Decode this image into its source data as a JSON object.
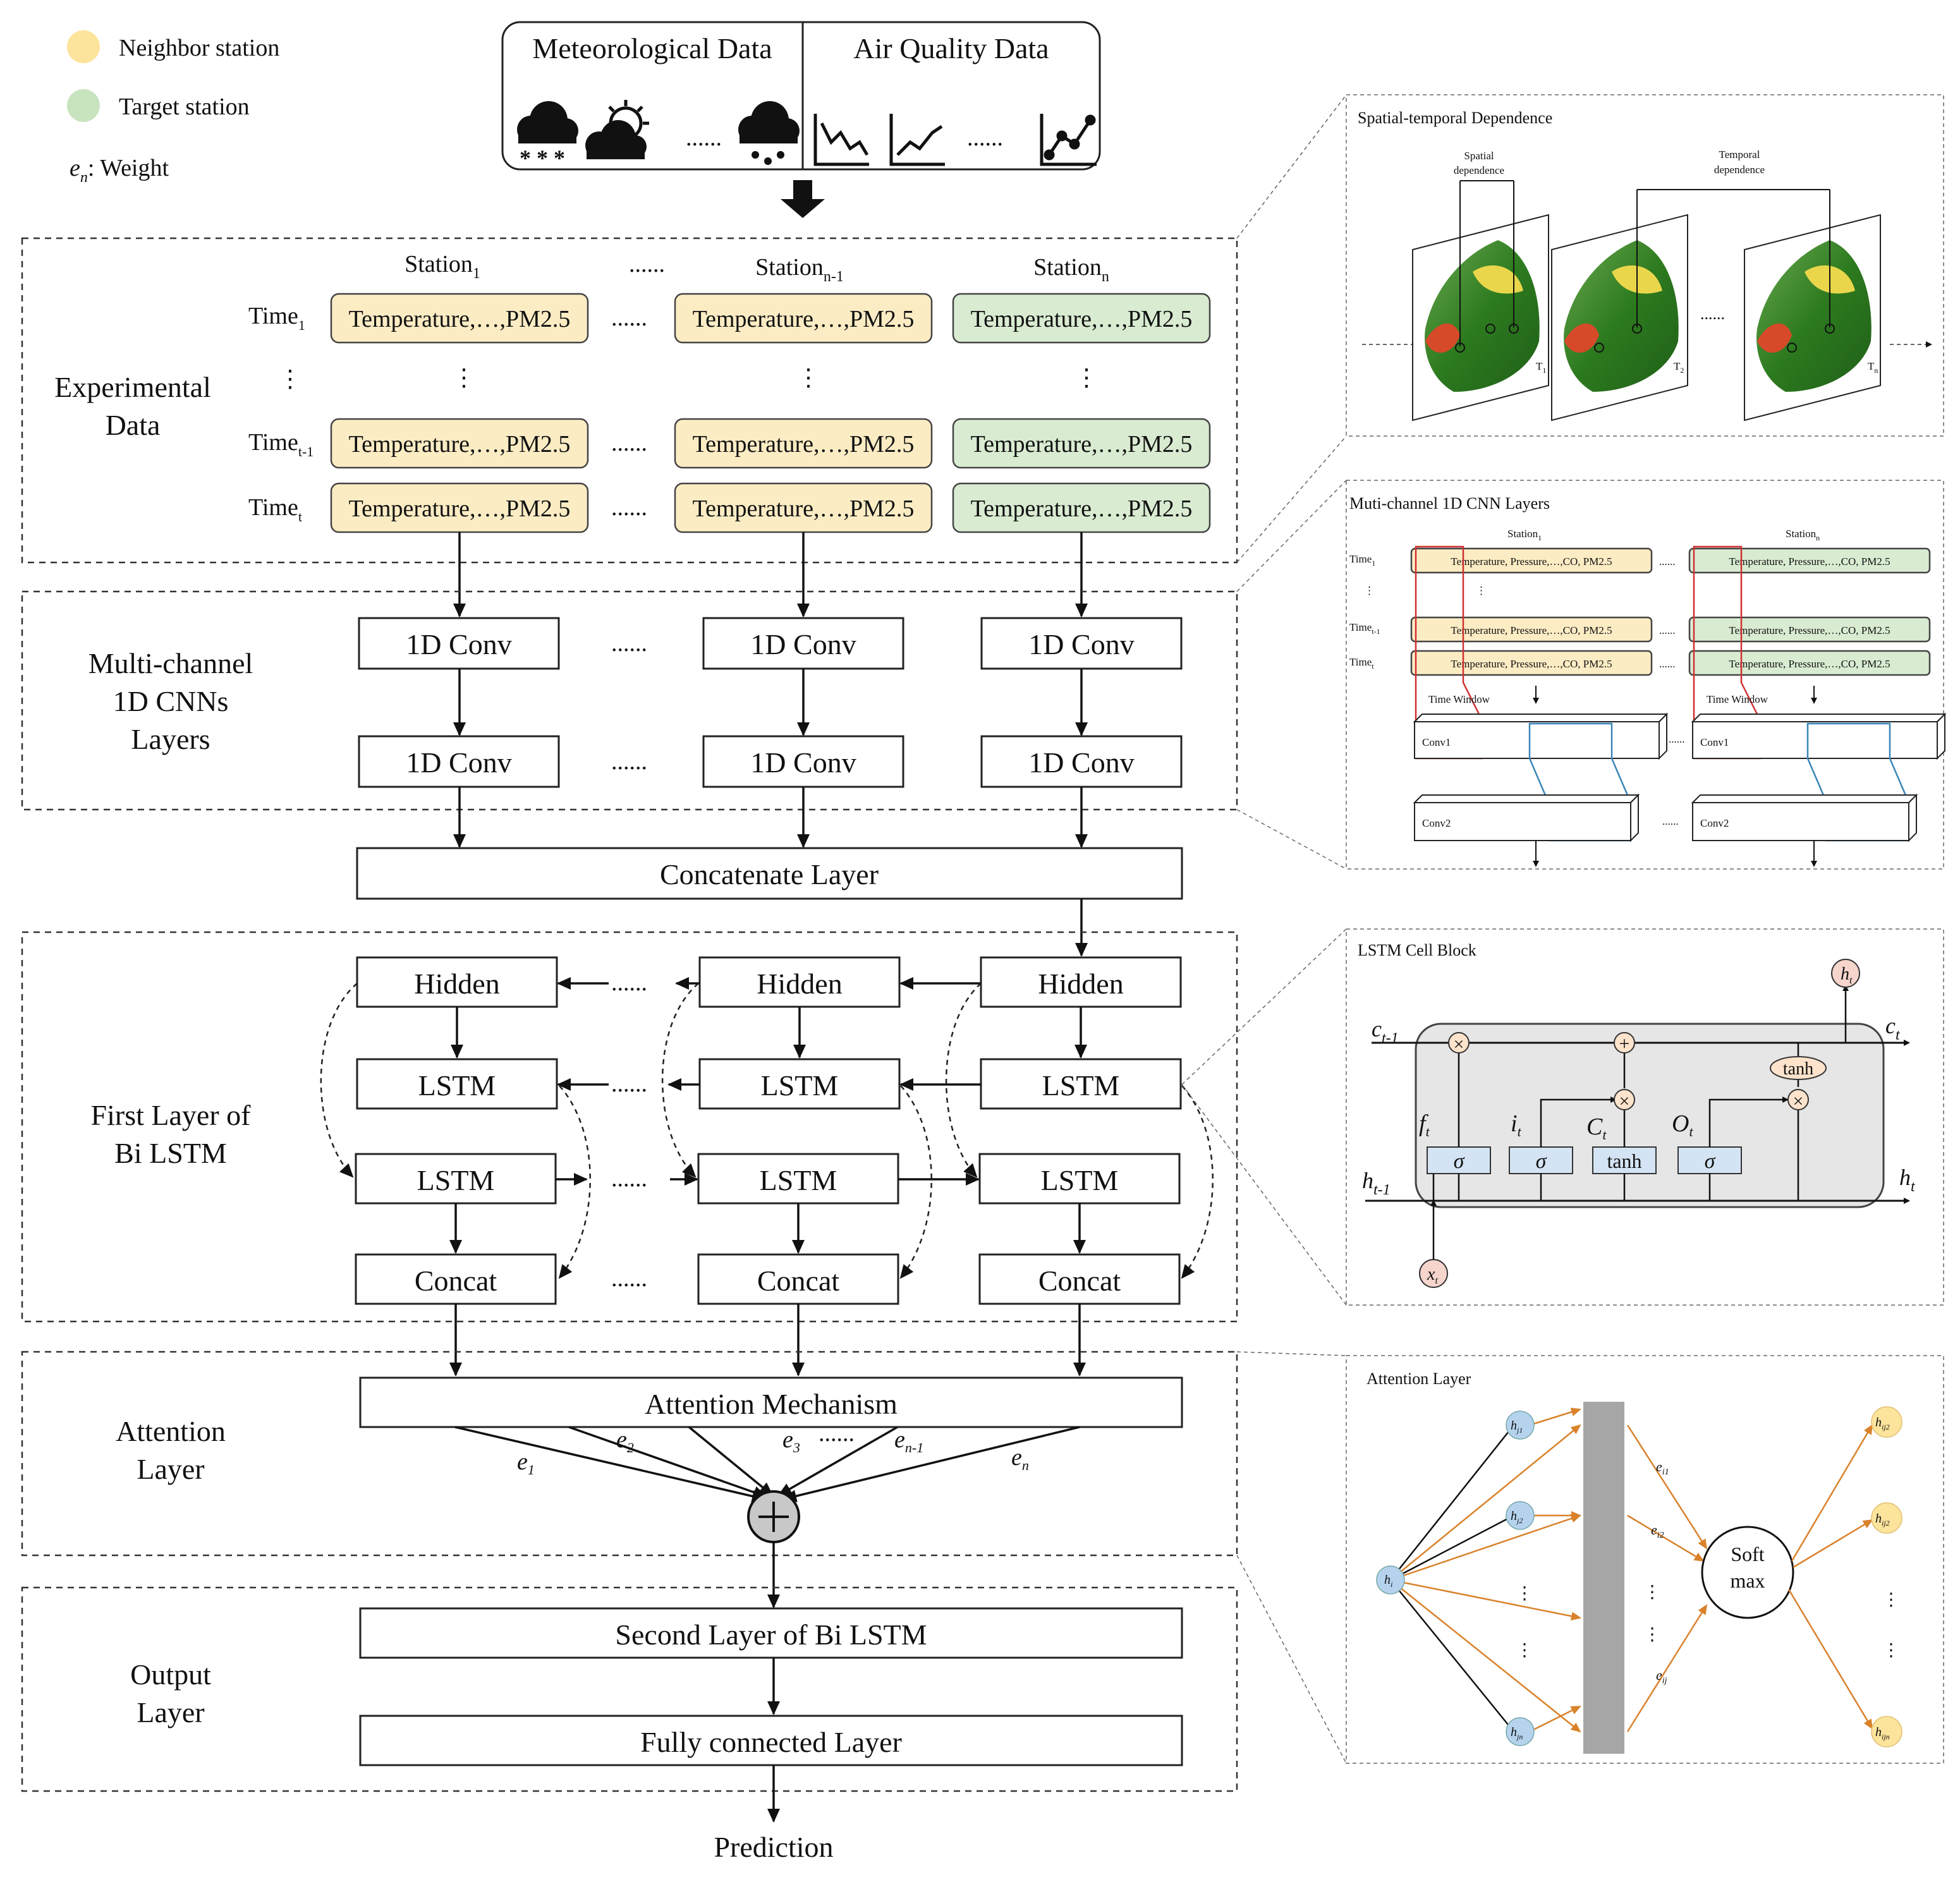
{
  "legend": {
    "neighbor": {
      "label": "Neighbor station",
      "color": "#fde49c"
    },
    "target": {
      "label": "Target station",
      "color": "#c8e4bf"
    },
    "weight_symbol": "e",
    "weight_sub": "n",
    "weight_label": ": Weight"
  },
  "input": {
    "met_label": "Meteorological Data",
    "aq_label": "Air Quality Data",
    "icons": [
      "snow-cloud-icon",
      "sun-cloud-icon",
      "rain-cloud-icon",
      "line-down-chart-icon",
      "line-up-chart-icon",
      "scatter-line-chart-icon"
    ]
  },
  "common": {
    "dots": "......",
    "vdots": "⋮"
  },
  "exp": {
    "title_1": "Experimental",
    "title_2": "Data",
    "station_word": "Station",
    "station_subs": [
      "1",
      "n-1",
      "n"
    ],
    "time_word": "Time",
    "time_subs": [
      "1",
      "t-1",
      "t"
    ],
    "cell_text": "Temperature,…,PM2.5"
  },
  "cnn": {
    "title_1": "Multi-channel",
    "title_2": "1D CNNs",
    "title_3": "Layers",
    "conv_label": "1D Conv",
    "concat_label": "Concatenate Layer"
  },
  "bilstm": {
    "title_1": "First Layer of",
    "title_2": "Bi LSTM",
    "hidden_label": "Hidden",
    "lstm_label": "LSTM",
    "concat_label": "Concat"
  },
  "attn": {
    "title_1": "Attention",
    "title_2": "Layer",
    "mech_label": "Attention Mechanism",
    "weight_subs": [
      "1",
      "2",
      "3",
      "n-1",
      "n"
    ]
  },
  "out": {
    "title_1": "Output",
    "title_2": "Layer",
    "second_label": "Second Layer of  Bi LSTM",
    "fc_label": "Fully connected Layer",
    "prediction": "Prediction"
  },
  "panels": {
    "spatial": {
      "title": "Spatial-temporal Dependence",
      "spatial_label_1": "Spatial",
      "spatial_label_2": "dependence",
      "temporal_label_1": "Temporal",
      "temporal_label_2": "dependence",
      "frame_subs": [
        "1",
        "2",
        "n"
      ]
    },
    "cnn": {
      "title": "Muti-channel 1D CNN Layers",
      "cell_text": "Temperature, Pressure,…,CO, PM2.5",
      "time_window": "Time Window",
      "conv1": "Conv1",
      "conv2": "Conv2"
    },
    "lstm": {
      "title": "LSTM Cell Block",
      "sigma": "σ",
      "tanh": "tanh"
    },
    "attention": {
      "title": "Attention Layer",
      "softmax_1": "Soft",
      "softmax_2": "max"
    }
  }
}
